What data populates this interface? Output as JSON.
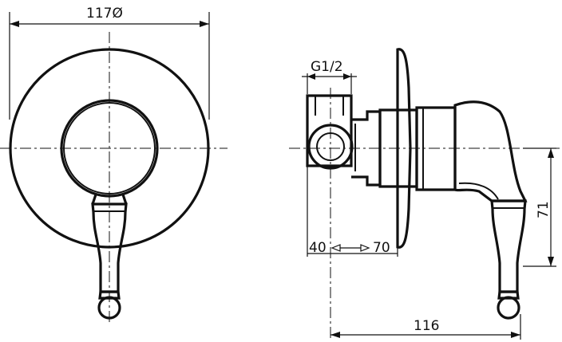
{
  "drawing": {
    "front_view": {
      "diameter_label": "117Ø"
    },
    "side_view": {
      "thread_label": "G1/2",
      "depth_min_label": "40",
      "depth_max_label": "70",
      "height_label": "71",
      "length_label": "116"
    }
  }
}
